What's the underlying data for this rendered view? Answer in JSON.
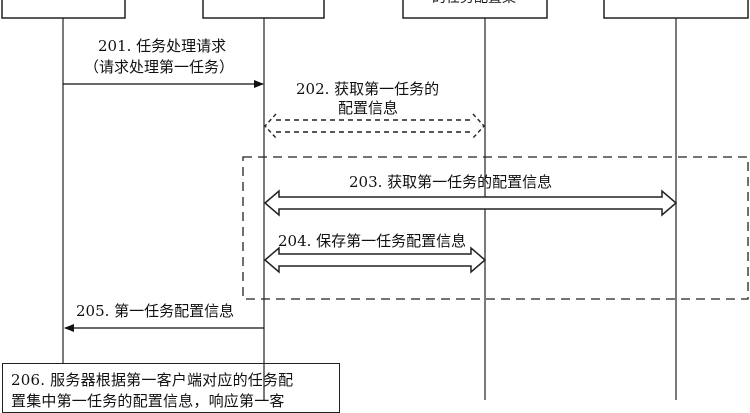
{
  "participants": [
    {
      "id": "p1"
    },
    {
      "id": "p2"
    },
    {
      "id": "p3",
      "label": "的任务配置集"
    },
    {
      "id": "p4"
    }
  ],
  "messages": {
    "m201": {
      "line1": "201. 任务处理请求",
      "line2": "（请求处理第一任务）"
    },
    "m202": {
      "line1": "202. 获取第一任务的",
      "line2": "配置信息"
    },
    "m203": {
      "line1": "203. 获取第一任务的配置信息"
    },
    "m204": {
      "line1": "204. 保存第一任务配置信息"
    },
    "m205": {
      "line1": "205. 第一任务配置信息"
    },
    "m206": {
      "line1": "206. 服务器根据第一客户端对应的任务配",
      "line2": "置集中第一任务的配置信息，响应第一客"
    }
  }
}
